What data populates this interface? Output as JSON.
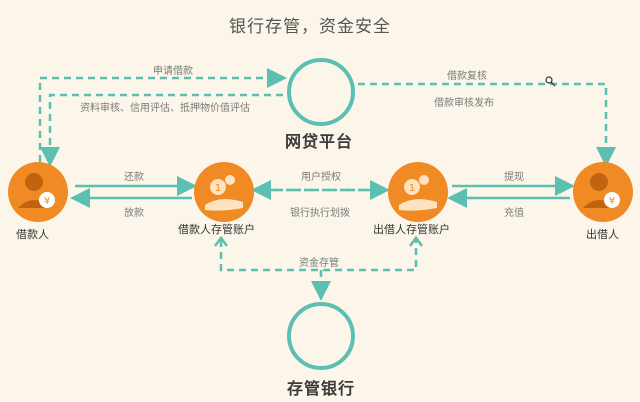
{
  "title": "银行存管，资金安全",
  "nodes": {
    "platform": "网贷平台",
    "borrower": "借款人",
    "lender": "出借人",
    "borrower_account": "借款人存管账户",
    "lender_account": "出借人存管账户",
    "bank": "存管银行"
  },
  "edges": {
    "apply_loan": "申请借款",
    "review": "资料审核、信用评估、抵押物价值评估",
    "loan_review": "借款复核",
    "loan_publish": "借款审核发布",
    "repay": "还款",
    "disburse": "放款",
    "user_auth": "用户授权",
    "bank_transfer": "银行执行划拨",
    "withdraw": "提现",
    "recharge": "充值",
    "fund_custody": "资金存管"
  },
  "icons": {
    "person": "person-yen-icon",
    "account": "coin-hand-icon",
    "bank_circle": "bank-circle-icon",
    "platform_circle": "platform-circle-icon"
  },
  "colors": {
    "teal": "#5bbfb2",
    "orange": "#f08a24",
    "background": "#fbf6e9"
  },
  "currency_symbol": "¥",
  "coin_digit": "1"
}
